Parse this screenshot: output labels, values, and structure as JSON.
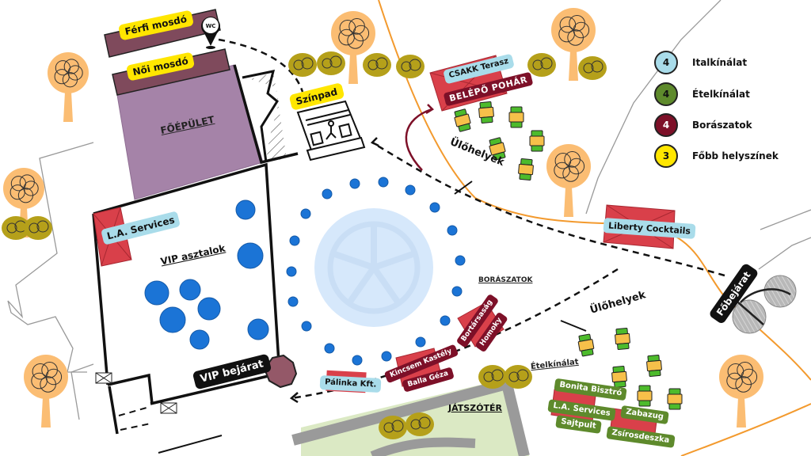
{
  "map": {
    "buildings": {
      "main_building": "FŐÉPÜLET",
      "mens_restroom": "Férfi mosdó",
      "womens_restroom": "Női mosdó",
      "wc_marker": "WC",
      "stage": "Színpad",
      "playground": "JÁTSZÓTÉR"
    },
    "areas": {
      "vip_tables": "VIP asztalok",
      "vip_entrance": "VIP bejárat",
      "main_entrance": "Főbejárat",
      "seating_top": "Ülőhelyek",
      "seating_bottom": "Ülőhelyek",
      "wineries_heading": "BORÁSZATOK",
      "food_heading": "Ételkínálat"
    },
    "drinks": [
      {
        "id": "csakk",
        "label": "CSAKK Terasz"
      },
      {
        "id": "la-services-vip",
        "label": "L.A. Services"
      },
      {
        "id": "liberty",
        "label": "Liberty Cocktails"
      },
      {
        "id": "palinka",
        "label": "Pálinka Kft."
      }
    ],
    "wineries": [
      {
        "id": "belepo",
        "label": "BELÉPŐ POHÁR"
      },
      {
        "id": "bortarsasag",
        "label": "Bortársaság"
      },
      {
        "id": "homoky",
        "label": "Homoky"
      },
      {
        "id": "kincsem",
        "label": "Kincsem Kastély"
      },
      {
        "id": "balla",
        "label": "Balla Géza"
      }
    ],
    "food": [
      {
        "id": "bonita",
        "label": "Bonita Bisztró"
      },
      {
        "id": "la-services-food",
        "label": "L.A. Services"
      },
      {
        "id": "sajtpult",
        "label": "Sajtpult"
      },
      {
        "id": "zabazug",
        "label": "Zabazug"
      },
      {
        "id": "zsirosdeszka",
        "label": "Zsírosdeszka"
      }
    ]
  },
  "legend": [
    {
      "count": "4",
      "label": "Italkínálat",
      "color": "#a9dcea",
      "text_color": "#111111"
    },
    {
      "count": "4",
      "label": "Ételkínálat",
      "color": "#5e8a2c",
      "text_color": "#111111"
    },
    {
      "count": "4",
      "label": "Borászatok",
      "color": "#7d1028",
      "text_color": "#ffffff"
    },
    {
      "count": "3",
      "label": "Főbb helyszínek",
      "color": "#ffe600",
      "text_color": "#111111"
    }
  ],
  "colors": {
    "building": "#a583a8",
    "restroom": "#7f4a5c",
    "stall_red": "#d9404a",
    "table_blue": "#1b74d6",
    "tree_orange": "#fbbd73",
    "bush_olive": "#b5a01a",
    "path_orange": "#f39a2e",
    "playground_green": "#dbe9c4"
  }
}
